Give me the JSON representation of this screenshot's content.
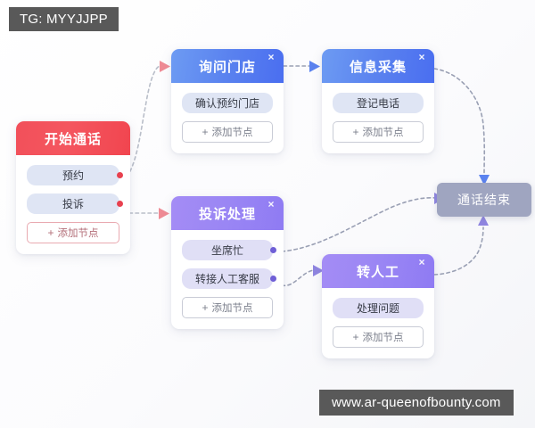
{
  "watermarks": {
    "top": "TG: MYYJJPP",
    "bottom": "www.ar-queenofbounty.com"
  },
  "common": {
    "add_node_label": "添加节点",
    "add_node_plus": "+",
    "close_icon": "×"
  },
  "colors": {
    "background": "#fcfcfd",
    "start_header": "#f2505a",
    "blue_header": "#5a82ef",
    "purple_header": "#9a86f4",
    "end_node": "#9fa5c0",
    "pill_blue": "#dfe5f4",
    "pill_purple": "#e0dff6",
    "edge_red": "#e8818c",
    "edge_blue": "#5a82ef",
    "edge_purple": "#8f85e0",
    "edge_dash": "#9aa0b4",
    "watermark_bg": "#595959"
  },
  "nodes": [
    {
      "id": "start",
      "title": "开始通话",
      "theme": "start",
      "closable": false,
      "items": [
        {
          "label": "预约",
          "port": true
        },
        {
          "label": "投诉",
          "port": true
        }
      ]
    },
    {
      "id": "ask-store",
      "title": "询问门店",
      "theme": "blue",
      "closable": true,
      "items": [
        {
          "label": "确认预约门店",
          "port": false
        }
      ]
    },
    {
      "id": "collect-info",
      "title": "信息采集",
      "theme": "blue",
      "closable": true,
      "items": [
        {
          "label": "登记电话",
          "port": false
        }
      ]
    },
    {
      "id": "complaint",
      "title": "投诉处理",
      "theme": "purple",
      "closable": true,
      "items": [
        {
          "label": "坐席忙",
          "port": true
        },
        {
          "label": "转接人工客服",
          "port": true
        }
      ]
    },
    {
      "id": "transfer-agent",
      "title": "转人工",
      "theme": "purple",
      "closable": true,
      "items": [
        {
          "label": "处理问题",
          "port": false
        }
      ]
    }
  ],
  "end_node": {
    "id": "call-end",
    "label": "通话结束"
  },
  "edges": [
    {
      "from": "start.预约",
      "to": "ask-store",
      "color": "#e8818c"
    },
    {
      "from": "start.投诉",
      "to": "complaint",
      "color": "#e8818c"
    },
    {
      "from": "ask-store",
      "to": "collect-info",
      "color": "#5a82ef"
    },
    {
      "from": "collect-info",
      "to": "call-end",
      "color": "#5a82ef"
    },
    {
      "from": "complaint.坐席忙",
      "to": "call-end",
      "color": "#8f85e0"
    },
    {
      "from": "complaint.转接人工客服",
      "to": "transfer-agent",
      "color": "#8f85e0"
    },
    {
      "from": "transfer-agent",
      "to": "call-end",
      "color": "#8f85e0"
    }
  ]
}
